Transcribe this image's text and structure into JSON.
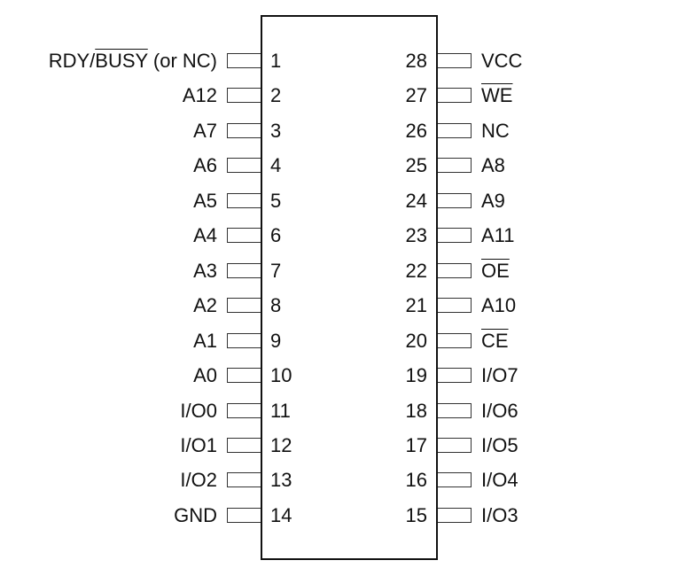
{
  "diagram": {
    "type": "IC pinout",
    "package": "28-pin DIP",
    "left_pins": [
      {
        "number": "1",
        "label_pre": "RDY/",
        "label_over": "BUSY",
        "label_post": " (or NC)"
      },
      {
        "number": "2",
        "label_pre": "A12",
        "label_over": "",
        "label_post": ""
      },
      {
        "number": "3",
        "label_pre": "A7",
        "label_over": "",
        "label_post": ""
      },
      {
        "number": "4",
        "label_pre": "A6",
        "label_over": "",
        "label_post": ""
      },
      {
        "number": "5",
        "label_pre": "A5",
        "label_over": "",
        "label_post": ""
      },
      {
        "number": "6",
        "label_pre": "A4",
        "label_over": "",
        "label_post": ""
      },
      {
        "number": "7",
        "label_pre": "A3",
        "label_over": "",
        "label_post": ""
      },
      {
        "number": "8",
        "label_pre": "A2",
        "label_over": "",
        "label_post": ""
      },
      {
        "number": "9",
        "label_pre": "A1",
        "label_over": "",
        "label_post": ""
      },
      {
        "number": "10",
        "label_pre": "A0",
        "label_over": "",
        "label_post": ""
      },
      {
        "number": "11",
        "label_pre": "I/O0",
        "label_over": "",
        "label_post": ""
      },
      {
        "number": "12",
        "label_pre": "I/O1",
        "label_over": "",
        "label_post": ""
      },
      {
        "number": "13",
        "label_pre": "I/O2",
        "label_over": "",
        "label_post": ""
      },
      {
        "number": "14",
        "label_pre": "GND",
        "label_over": "",
        "label_post": ""
      }
    ],
    "right_pins": [
      {
        "number": "28",
        "label_pre": "VCC",
        "label_over": "",
        "label_post": ""
      },
      {
        "number": "27",
        "label_pre": "",
        "label_over": "WE",
        "label_post": ""
      },
      {
        "number": "26",
        "label_pre": "NC",
        "label_over": "",
        "label_post": ""
      },
      {
        "number": "25",
        "label_pre": "A8",
        "label_over": "",
        "label_post": ""
      },
      {
        "number": "24",
        "label_pre": "A9",
        "label_over": "",
        "label_post": ""
      },
      {
        "number": "23",
        "label_pre": "A11",
        "label_over": "",
        "label_post": ""
      },
      {
        "number": "22",
        "label_pre": "",
        "label_over": "OE",
        "label_post": ""
      },
      {
        "number": "21",
        "label_pre": "A10",
        "label_over": "",
        "label_post": ""
      },
      {
        "number": "20",
        "label_pre": "",
        "label_over": "CE",
        "label_post": ""
      },
      {
        "number": "19",
        "label_pre": "I/O7",
        "label_over": "",
        "label_post": ""
      },
      {
        "number": "18",
        "label_pre": "I/O6",
        "label_over": "",
        "label_post": ""
      },
      {
        "number": "17",
        "label_pre": "I/O5",
        "label_over": "",
        "label_post": ""
      },
      {
        "number": "16",
        "label_pre": "I/O4",
        "label_over": "",
        "label_post": ""
      },
      {
        "number": "15",
        "label_pre": "I/O3",
        "label_over": "",
        "label_post": ""
      }
    ]
  },
  "colors": {
    "line": "#111111",
    "stub_border": "#333333",
    "background": "#ffffff"
  }
}
